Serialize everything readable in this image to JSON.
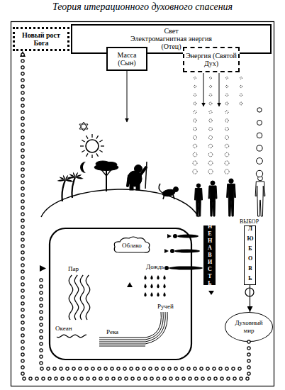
{
  "diagram": {
    "title": "Теория итерационного духовного спасения",
    "nodes": [
      {
        "text": [
          "Новый рост Бога"
        ]
      },
      {
        "text": [
          "Свет",
          "Электромагнитная энергия",
          "(Отец)"
        ]
      },
      {
        "text": [
          "Масса (Сын)"
        ]
      },
      {
        "text": [
          "Энергия (Святой Дух)"
        ]
      },
      {
        "text": [
          "Облако"
        ]
      },
      {
        "text": [
          "НЕНАВИСТЬ"
        ]
      },
      {
        "text": [
          "ЛЮБОВЬ"
        ]
      },
      {
        "text": [
          "Духовный мир"
        ]
      }
    ],
    "edges": [
      {
        "from": 6,
        "to": 7,
        "arrow": "to"
      },
      {
        "from": 7,
        "to": 0,
        "arrow": "to"
      }
    ],
    "labels": [
      "Пар",
      "Дождь",
      "Ручей",
      "Река",
      "Океан",
      "ВЫБОР"
    ]
  }
}
